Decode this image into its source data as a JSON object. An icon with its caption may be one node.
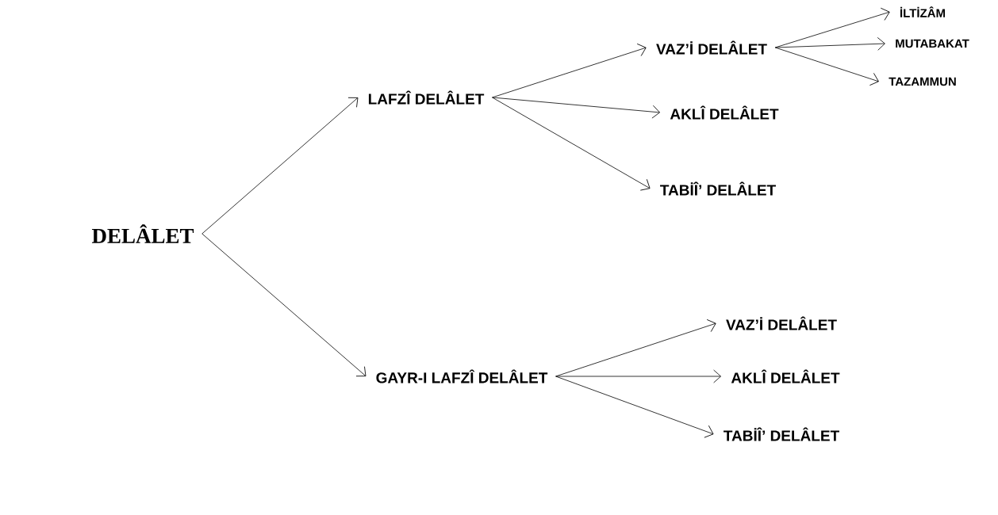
{
  "diagram": {
    "nodes": [
      {
        "text": [
          "DELÂLET"
        ]
      },
      {
        "text": [
          "LAFZÎ DELÂLET"
        ]
      },
      {
        "text": [
          "VAZ’İ DELÂLET"
        ]
      },
      {
        "text": [
          "İLTİZÂM"
        ]
      },
      {
        "text": [
          "MUTABAKAT"
        ]
      },
      {
        "text": [
          "TAZAMMUN"
        ]
      },
      {
        "text": [
          "AKLÎ DELÂLET"
        ]
      },
      {
        "text": [
          "TABİÎ’ DELÂLET"
        ]
      },
      {
        "text": [
          "GAYR-I LAFZÎ DELÂLET"
        ]
      },
      {
        "text": [
          "VAZ’İ DELÂLET"
        ]
      },
      {
        "text": [
          "AKLÎ DELÂLET"
        ]
      },
      {
        "text": [
          "TABİÎ’ DELÂLET"
        ]
      }
    ],
    "edges": [
      {
        "from": 0,
        "to": 1,
        "arrow": "to"
      },
      {
        "from": 0,
        "to": 8,
        "arrow": "to"
      },
      {
        "from": 1,
        "to": 2,
        "arrow": "to"
      },
      {
        "from": 1,
        "to": 6,
        "arrow": "to"
      },
      {
        "from": 1,
        "to": 7,
        "arrow": "to"
      },
      {
        "from": 2,
        "to": 3,
        "arrow": "to"
      },
      {
        "from": 2,
        "to": 4,
        "arrow": "to"
      },
      {
        "from": 2,
        "to": 5,
        "arrow": "to"
      },
      {
        "from": 8,
        "to": 9,
        "arrow": "to"
      },
      {
        "from": 8,
        "to": 10,
        "arrow": "to"
      },
      {
        "from": 8,
        "to": 11,
        "arrow": "to"
      }
    ]
  }
}
